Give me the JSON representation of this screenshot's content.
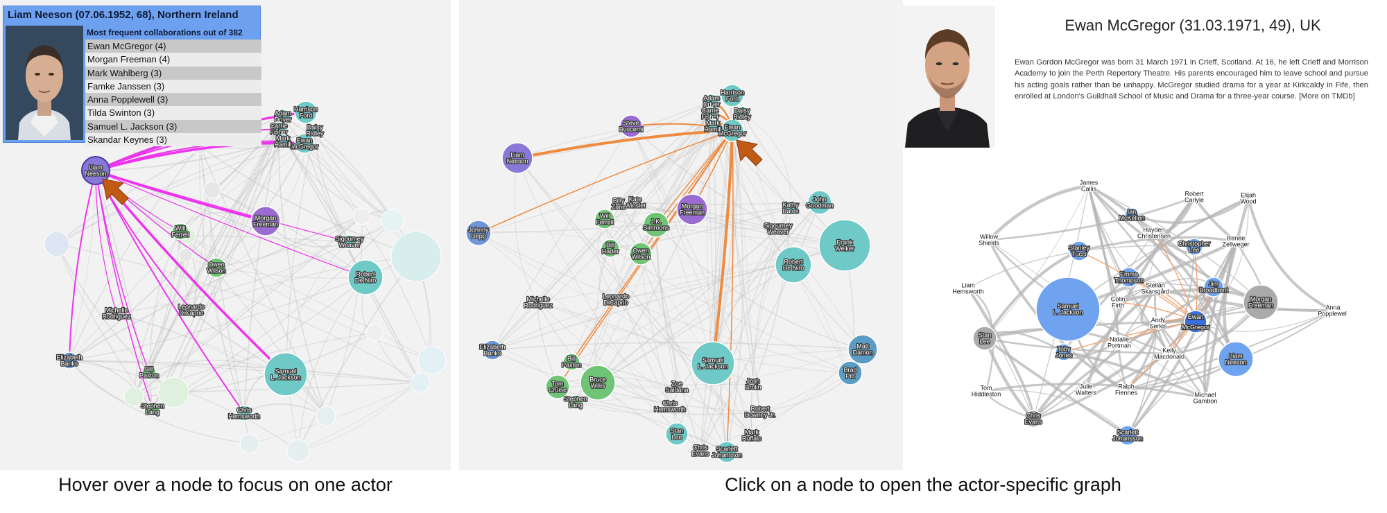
{
  "hover_view": {
    "tooltip": {
      "title": "Liam Neeson (07.06.1952, 68), Northern Ireland",
      "heading": "Most frequent collaborations out of 382",
      "collaborations": [
        "Ewan McGregor (4)",
        "Morgan Freeman (4)",
        "Mark Wahlberg (3)",
        "Famke Janssen (3)",
        "Anna Popplewell (3)",
        "Tilda Swinton (3)",
        "Samuel L. Jackson (3)",
        "Skandar Keynes (3)"
      ]
    },
    "nodes": [
      {
        "label": "Liam Neeson",
        "color": "#8a78d8"
      },
      {
        "label": "Morgan Freeman",
        "color": "#9a6bd0"
      },
      {
        "label": "Robert De Niro",
        "color": "#6fc9c6"
      },
      {
        "label": "Samuel L. Jackson",
        "color": "#6fc9c6"
      },
      {
        "label": "Owen Wilson",
        "color": "#70c476"
      },
      {
        "label": "Will Ferrell",
        "color": "#70c476"
      },
      {
        "label": "Harrison Ford",
        "color": "#6fc9c6"
      },
      {
        "label": "Ewan McGregor",
        "color": "#6fc9c6"
      },
      {
        "label": "Adam Driver",
        "color": "#6fc9c6"
      },
      {
        "label": "Carrie Fisher",
        "color": "#6fc9c6"
      },
      {
        "label": "Mark Hamill",
        "color": "#6fc9c6"
      },
      {
        "label": "Daisy Ridley",
        "color": "#6fc9c6"
      },
      {
        "label": "Sigourney Weaver",
        "color": "#6fc9c6"
      },
      {
        "label": "Leonardo DiCaprio",
        "color": "#cccccc"
      },
      {
        "label": "Michelle Rodriguez",
        "color": "#cccccc"
      },
      {
        "label": "Elizabeth Banks",
        "color": "#6e96d8"
      },
      {
        "label": "Bill Paxton",
        "color": "#70c476"
      },
      {
        "label": "Stephen Lang",
        "color": "#70c476"
      },
      {
        "label": "Chris Hemsworth",
        "color": "#6fc9c6"
      }
    ]
  },
  "click_view": {
    "nodes": [
      {
        "label": "Liam Neeson",
        "color": "#8a78d8"
      },
      {
        "label": "Johnny Depp",
        "color": "#6e96d8"
      },
      {
        "label": "Steve Buscemi",
        "color": "#9a6bd0"
      },
      {
        "label": "Morgan Freeman",
        "color": "#9a6bd0"
      },
      {
        "label": "J.K. Simmons",
        "color": "#70c476"
      },
      {
        "label": "Will Ferrell",
        "color": "#70c476"
      },
      {
        "label": "Bill Hader",
        "color": "#70c476"
      },
      {
        "label": "Owen Wilson",
        "color": "#70c476"
      },
      {
        "label": "Kate Winslet",
        "color": "#cccccc"
      },
      {
        "label": "Billy Zane",
        "color": "#cccccc"
      },
      {
        "label": "Kathy Bates",
        "color": "#6fc9c6"
      },
      {
        "label": "John Goodman",
        "color": "#6fc9c6"
      },
      {
        "label": "Sigourney Weaver",
        "color": "#cccccc"
      },
      {
        "label": "Frank Welker",
        "color": "#6fc9c6"
      },
      {
        "label": "Robert De Niro",
        "color": "#6fc9c6"
      },
      {
        "label": "Michelle Rodriguez",
        "color": "#cccccc"
      },
      {
        "label": "Leonardo DiCaprio",
        "color": "#cccccc"
      },
      {
        "label": "Elizabeth Banks",
        "color": "#6e96d8"
      },
      {
        "label": "Bill Paxton",
        "color": "#70c476"
      },
      {
        "label": "Tom Cruise",
        "color": "#70c476"
      },
      {
        "label": "Bruce Willis",
        "color": "#70c476"
      },
      {
        "label": "Stephen Lang",
        "color": "#70c476"
      },
      {
        "label": "Samuel L. Jackson",
        "color": "#6fc9c6"
      },
      {
        "label": "Zoe Saldana",
        "color": "#cccccc"
      },
      {
        "label": "Chris Hemsworth",
        "color": "#cccccc"
      },
      {
        "label": "Josh Brolin",
        "color": "#cccccc"
      },
      {
        "label": "Robert Downey Jr.",
        "color": "#cccccc"
      },
      {
        "label": "Stan Lee",
        "color": "#6fc9c6"
      },
      {
        "label": "Mark Ruffalo",
        "color": "#cccccc"
      },
      {
        "label": "Chris Evans",
        "color": "#cccccc"
      },
      {
        "label": "Scarlett Johansson",
        "color": "#6fc9c6"
      },
      {
        "label": "Matt Damon",
        "color": "#5b9bc4"
      },
      {
        "label": "Brad Pitt",
        "color": "#5b9bc4"
      },
      {
        "label": "Harrison Ford",
        "color": "#6fc9c6"
      },
      {
        "label": "Ewan McGregor",
        "color": "#6fc9c6"
      },
      {
        "label": "Adam Driver",
        "color": "#6fc9c6"
      },
      {
        "label": "Carrie Fisher",
        "color": "#6fc9c6"
      },
      {
        "label": "Mark Hamill",
        "color": "#6fc9c6"
      },
      {
        "label": "Daisy Ridley",
        "color": "#6fc9c6"
      }
    ],
    "actor": {
      "title": "Ewan McGregor (31.03.1971, 49), UK",
      "bio": "Ewan Gordon McGregor was born 31 March 1971 in Crieff, Scotland. At 16, he left Crieff and Morrison Academy to join the Perth Repertory Theatre. His parents encouraged him to leave school and pursue his acting goals rather than be unhappy. McGregor studied drama for a year at Kirkcaldy in Fife, then enrolled at London's Guildhall School of Music and Drama for a three-year course. [More on TMDb]"
    },
    "ego_graph": {
      "center": "Ewan McGregor",
      "nodes": [
        {
          "label": "James Callis",
          "color": "#ffffff"
        },
        {
          "label": "Ian McKellen",
          "color": "#6fa3ef"
        },
        {
          "label": "Robert Carlyle",
          "color": "#ffffff"
        },
        {
          "label": "Elijah Wood",
          "color": "#ffffff"
        },
        {
          "label": "Hayden Christensen",
          "color": "#ffffff"
        },
        {
          "label": "Willow Shields",
          "color": "#ffffff"
        },
        {
          "label": "Stanley Tucci",
          "color": "#6fa3ef"
        },
        {
          "label": "Christopher Lee",
          "color": "#6fa3ef"
        },
        {
          "label": "Renée Zellweger",
          "color": "#ffffff"
        },
        {
          "label": "Emma Thompson",
          "color": "#6fa3ef"
        },
        {
          "label": "Liam Hemsworth",
          "color": "#ffffff"
        },
        {
          "label": "Stellan Skarsgård",
          "color": "#ffffff"
        },
        {
          "label": "Jim Broadbent",
          "color": "#6fa3ef"
        },
        {
          "label": "Samuel L. Jackson",
          "color": "#6fa3ef"
        },
        {
          "label": "Colin Firth",
          "color": "#ffffff"
        },
        {
          "label": "Morgan Freeman",
          "color": "#aaaaaa"
        },
        {
          "label": "Ewan McGregor",
          "color": "#3b6fdd"
        },
        {
          "label": "Anna Popplewell",
          "color": "#ffffff"
        },
        {
          "label": "Andy Serkis",
          "color": "#ffffff"
        },
        {
          "label": "Stan Lee",
          "color": "#aaaaaa"
        },
        {
          "label": "Natalie Portman",
          "color": "#ffffff"
        },
        {
          "label": "Toby Jones",
          "color": "#6fa3ef"
        },
        {
          "label": "Kelly Macdonald",
          "color": "#ffffff"
        },
        {
          "label": "Liam Neeson",
          "color": "#6fa3ef"
        },
        {
          "label": "Tom Hiddleston",
          "color": "#ffffff"
        },
        {
          "label": "Julie Walters",
          "color": "#ffffff"
        },
        {
          "label": "Ralph Fiennes",
          "color": "#ffffff"
        },
        {
          "label": "Michael Gambon",
          "color": "#ffffff"
        },
        {
          "label": "Chris Evans",
          "color": "#aaaaaa"
        },
        {
          "label": "Scarlett Johansson",
          "color": "#6fa3ef"
        }
      ]
    }
  },
  "captions": {
    "left": "Hover over a node to focus on one actor",
    "right": "Click on a node to open the actor-specific graph"
  }
}
